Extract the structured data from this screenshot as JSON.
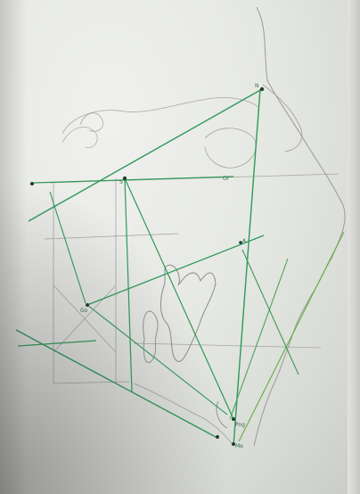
{
  "scene": {
    "description_kind": "photo of a hand-drawn cephalometric tracing on paper",
    "colors": {
      "paper": "#e6e8e4",
      "pencil": "#8a8a86",
      "green_line": "#2e9a5a",
      "light_green_line": "#6ab04c",
      "dark_point": "#1f3f2e"
    }
  },
  "labels": {
    "s": "S",
    "or": "Or",
    "pog": "Pog",
    "go": "Go",
    "me": "Me",
    "n": "N",
    "a": "A"
  }
}
